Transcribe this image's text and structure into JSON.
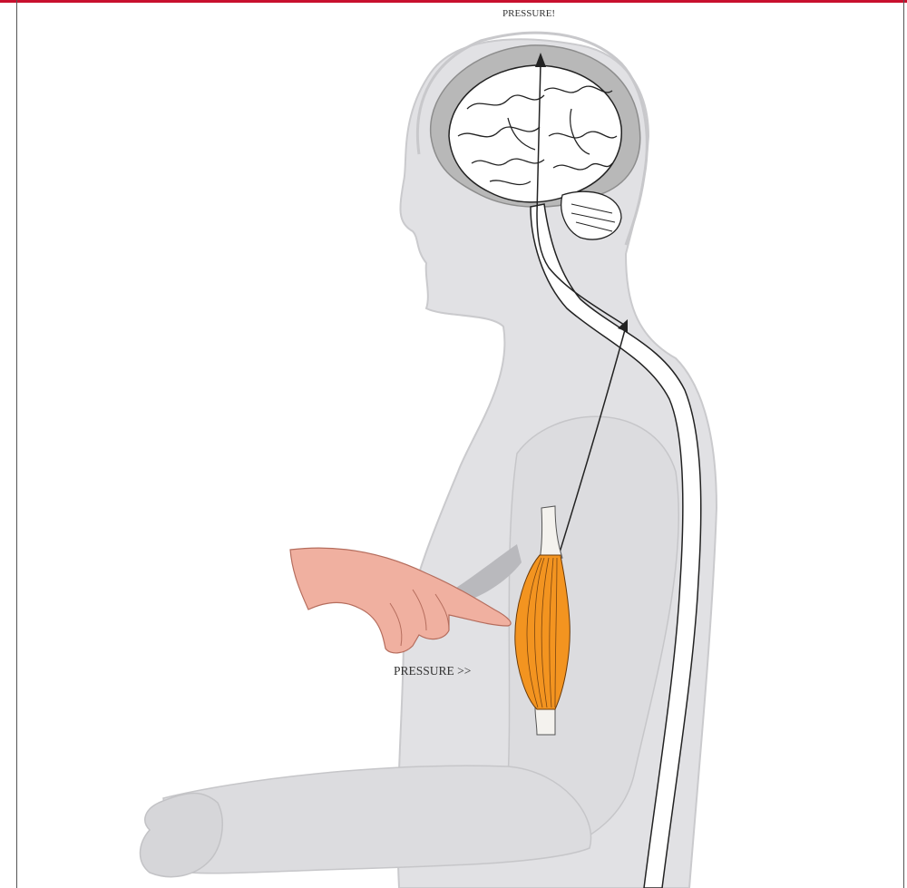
{
  "labels": {
    "top_label": "PRESSURE!",
    "finger_label": "PRESSURE >>"
  },
  "colors": {
    "frame_top": "#c8102e",
    "body_fill": "#e1e1e4",
    "body_outline": "#c9c9cc",
    "cortex_grey": "#b8b8b8",
    "skin": "#f0b0a0",
    "muscle": "#f39420",
    "tendon": "#f4f2ee",
    "nerve": "#222222"
  },
  "icons": [
    "brain-illustration",
    "spinal-cord",
    "biceps-muscle",
    "pointing-hand",
    "fist",
    "nerve-arrow"
  ]
}
